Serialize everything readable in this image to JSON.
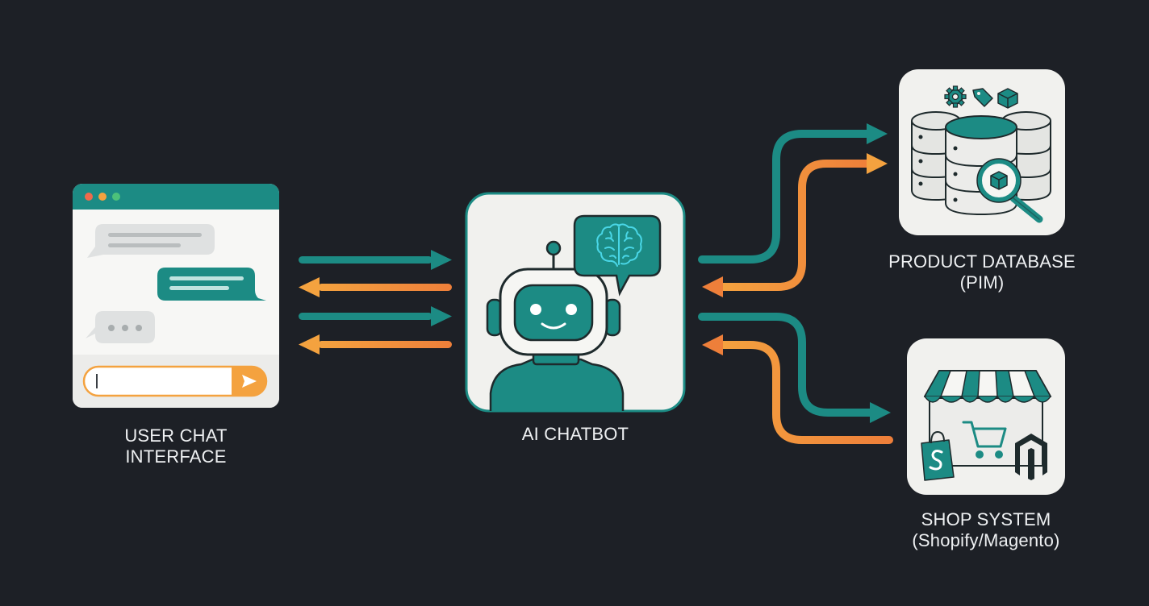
{
  "nodes": {
    "user_chat": {
      "label_line1": "USER CHAT",
      "label_line2": "INTERFACE"
    },
    "chatbot": {
      "label_line1": "AI CHATBOT"
    },
    "product_db": {
      "label_line1": "PRODUCT DATABASE",
      "label_line2": "(PIM)"
    },
    "shop_system": {
      "label_line1": "SHOP SYSTEM",
      "label_line2": "(Shopify/Magento)"
    }
  },
  "colors": {
    "background": "#1d2026",
    "teal": "#1c8b84",
    "teal_dark": "#126e69",
    "orange": "#f4a23f",
    "orange_deep": "#ee7f3a",
    "card": "#f1f1ee",
    "outline": "#1e2a2c"
  },
  "icons": {
    "chat_window": "browser-window-icon",
    "send": "send-arrow-icon",
    "robot": "robot-icon",
    "brain": "brain-icon",
    "database": "database-stack-icon",
    "magnifier": "magnifier-icon",
    "gear": "gear-icon",
    "tag": "tag-icon",
    "box": "box-icon",
    "storefront": "storefront-icon",
    "cart": "shopping-cart-icon",
    "shopify": "shopify-bag-icon",
    "magento": "magento-logo-icon"
  }
}
